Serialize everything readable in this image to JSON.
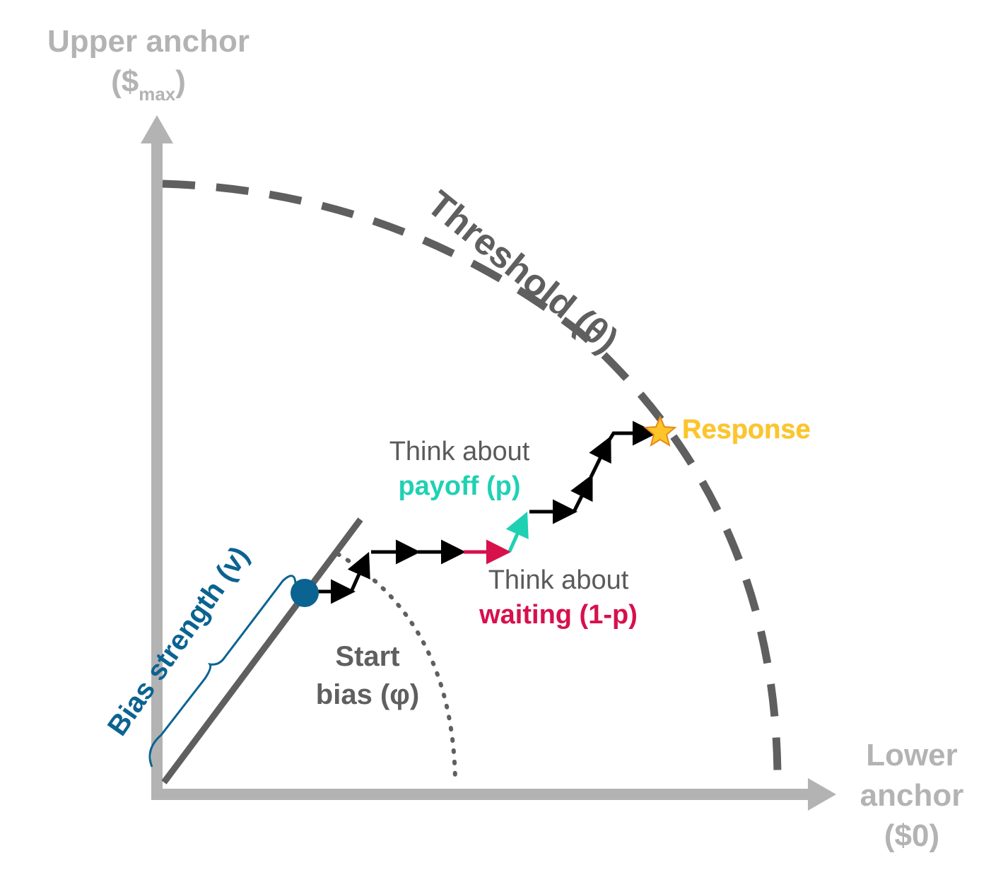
{
  "axes": {
    "y_label_line1": "Upper anchor",
    "y_label_sym": "($",
    "y_label_sub": "max",
    "y_label_close": ")",
    "x_label_line1": "Lower",
    "x_label_line2": "anchor",
    "x_label_line3": "($0)"
  },
  "threshold_label": "Threshold (θ)",
  "bias_strength_label": "Bias strength (v)",
  "start_bias": {
    "line1": "Start",
    "line2": "bias (φ)"
  },
  "payoff_note": {
    "line1": "Think about",
    "line2": "payoff (p)"
  },
  "waiting_note": {
    "line1": "Think about",
    "line2": "waiting (1-p)"
  },
  "response_label": "Response",
  "colors": {
    "axis": "#b3b3b3",
    "threshold": "#5f5f5f",
    "bias_point": "#0b6391",
    "payoff": "#1fd1b3",
    "waiting": "#d6114c",
    "response": "#fcc52a",
    "path": "#000000"
  },
  "icons": [
    "star-icon",
    "arrow-head-icon"
  ]
}
